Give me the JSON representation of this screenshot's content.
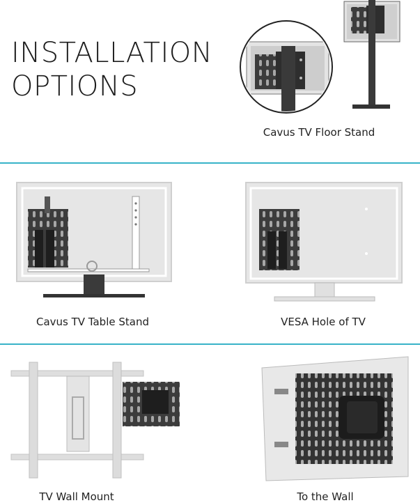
{
  "heading": {
    "line1": "INSTALLATION",
    "line2": "OPTIONS"
  },
  "options": [
    {
      "caption": "Cavus TV Floor Stand"
    },
    {
      "caption": "Cavus TV Table Stand"
    },
    {
      "caption": "VESA Hole of TV"
    },
    {
      "caption": "TV Wall Mount"
    },
    {
      "caption": "To the Wall"
    }
  ],
  "colors": {
    "divider": "#37b3c8",
    "plate": "#3c3c3c",
    "tv_frame": "#d0d0d0"
  }
}
